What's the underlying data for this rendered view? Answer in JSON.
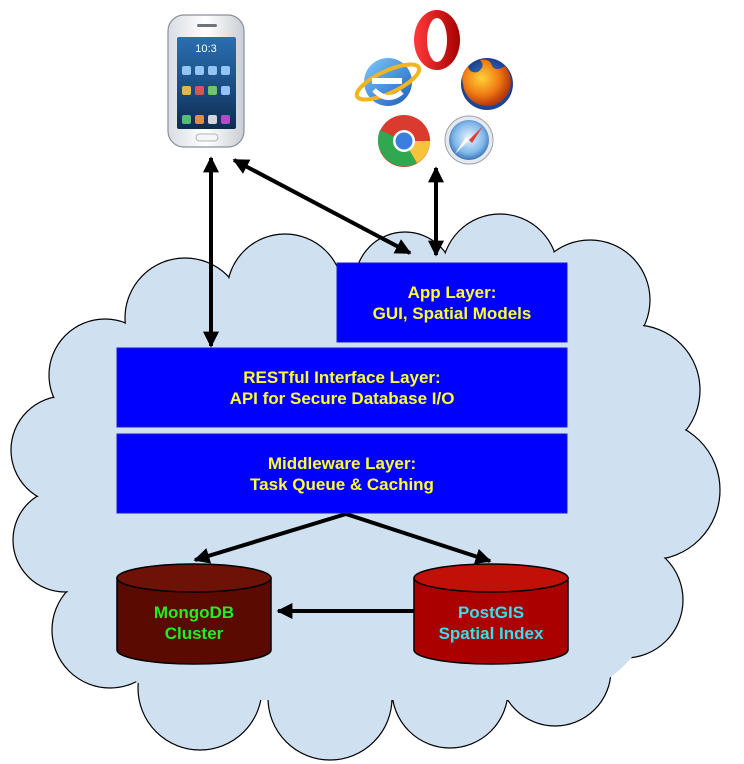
{
  "layers": {
    "app": {
      "line1": "App Layer:",
      "line2": "GUI, Spatial Models"
    },
    "restful": {
      "line1": "RESTful Interface Layer:",
      "line2": "API for Secure Database I/O"
    },
    "middleware": {
      "line1": "Middleware Layer:",
      "line2": "Task Queue & Caching"
    }
  },
  "databases": {
    "mongodb": {
      "line1": "MongoDB",
      "line2": "Cluster"
    },
    "postgis": {
      "line1": "PostGIS",
      "line2": "Spatial Index"
    }
  },
  "colors": {
    "cloud_fill": "#cfe0f0",
    "layer_fill": "#0000ff",
    "layer_text": "#ffff33",
    "mongodb_fill": "#5a0a00",
    "mongodb_text": "#22ee22",
    "postgis_fill": "#aa0000",
    "postgis_text": "#33e0ee"
  },
  "icons": {
    "client_device": "smartphone-icon",
    "browsers": [
      "internet-explorer-icon",
      "opera-icon",
      "firefox-icon",
      "chrome-icon",
      "safari-icon"
    ]
  }
}
